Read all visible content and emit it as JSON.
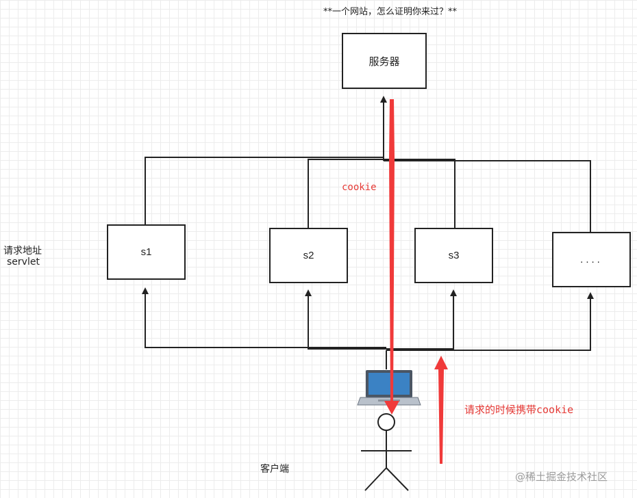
{
  "title": "**一个网站，怎么证明你来过？**",
  "server": {
    "label": "服务器"
  },
  "servlets": [
    {
      "label": "s1"
    },
    {
      "label": "s2"
    },
    {
      "label": "s3"
    },
    {
      "label": "...."
    }
  ],
  "side_label": {
    "line1": "请求地址",
    "line2": "servlet"
  },
  "cookie_label": "cookie",
  "request_label": "请求的时候携带cookie",
  "client_label": "客户端",
  "watermark": "@稀土掘金技术社区",
  "colors": {
    "line": "#222222",
    "arrow_red": "#f03a3a",
    "laptop": "#3b82c4"
  }
}
